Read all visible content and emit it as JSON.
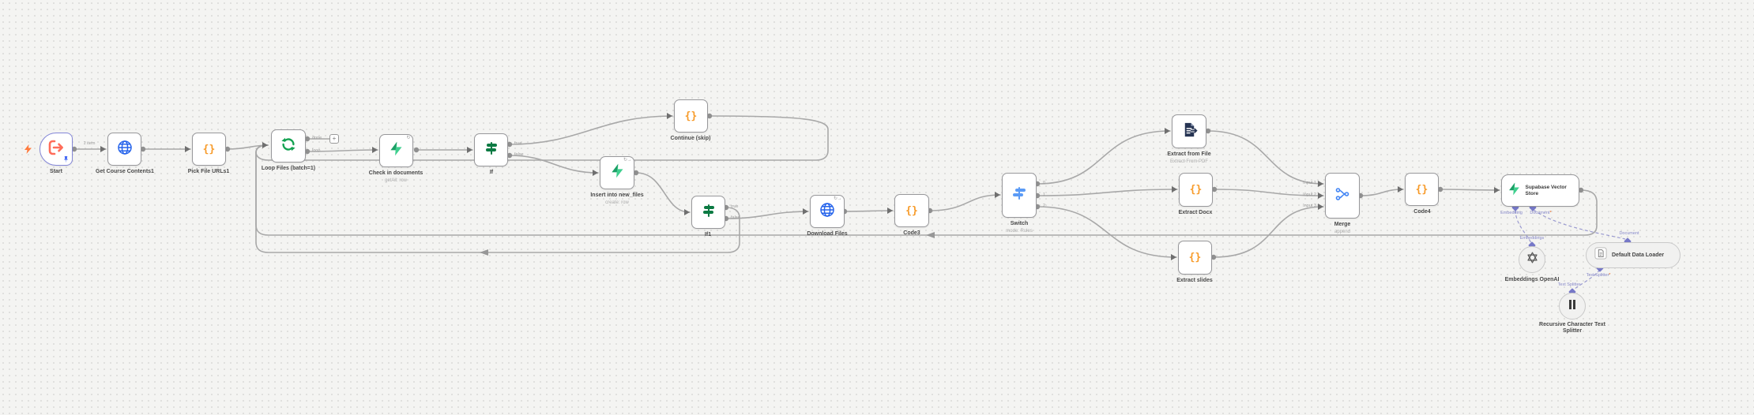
{
  "workflow": {
    "nodes": [
      {
        "label": "Start"
      },
      {
        "label": "Get Course Contents1"
      },
      {
        "label": "Pick File URLs1"
      },
      {
        "label": "Loop Files (batch=1)"
      },
      {
        "label": "Check in documents",
        "subtitle": "getAll: row"
      },
      {
        "label": "If"
      },
      {
        "label": "Continue (skip)"
      },
      {
        "label": "Insert into new_files",
        "subtitle": "create: row"
      },
      {
        "label": "If1"
      },
      {
        "label": "Download Files"
      },
      {
        "label": "Code3"
      },
      {
        "label": "Switch",
        "subtitle": "mode: Rules"
      },
      {
        "label": "Extract from File",
        "subtitle": "Extract From PDF"
      },
      {
        "label": "Extract Docx"
      },
      {
        "label": "Extract slides"
      },
      {
        "label": "Merge",
        "subtitle": "append"
      },
      {
        "label": "Code4"
      },
      {
        "label": "Supabase Vector Store"
      },
      {
        "label": "Embeddings OpenAI"
      },
      {
        "label": "Default Data Loader"
      },
      {
        "label": "Recursive Character Text Splitter"
      }
    ],
    "ports": {
      "done": "done",
      "loop": "loop",
      "true": "true",
      "false": "false",
      "out0": "0",
      "out1": "1",
      "out2": "2",
      "input1": "Input 1",
      "input2": "Input 2",
      "input3": "Input 3"
    },
    "edge_labels": {
      "one_item": "1 item"
    },
    "ai_labels": {
      "embedding": "Embedding",
      "document": "Document",
      "embeddings": "Embeddings",
      "text_splitter": "Text Splitter",
      "required": "*"
    },
    "icons": {
      "braces": "{}",
      "retry_badge": "↻",
      "retry_continue_badge": "↻→",
      "plus": "+"
    },
    "colors": {
      "accent_orange": "#ff6d5a",
      "code_orange": "#f79a28",
      "http_blue": "#2563eb",
      "supabase_green": "#2fbc7f",
      "loop_green": "#12a150",
      "if_green": "#0c7a43",
      "switch_blue": "#5b9bf6",
      "merge_blue": "#4285f4",
      "ai_purple": "#7678c8",
      "required_red": "#e8590c"
    }
  }
}
